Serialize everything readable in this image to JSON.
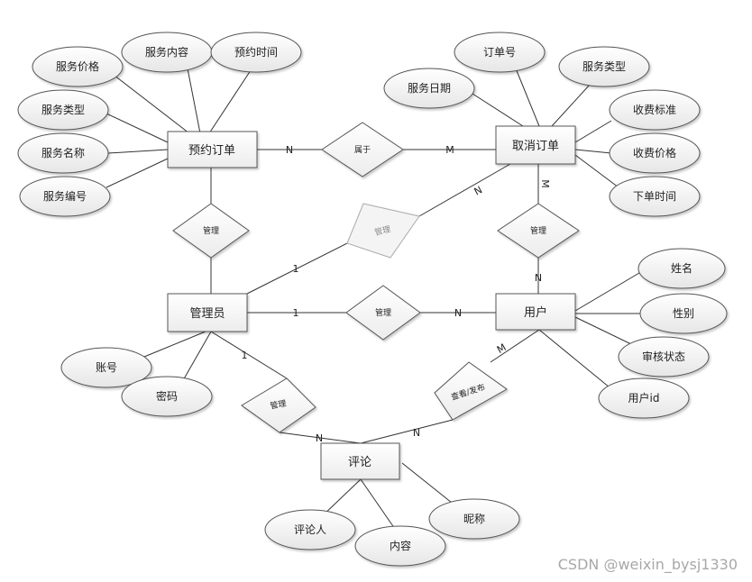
{
  "entities": {
    "reservation_order": "预约订单",
    "cancel_order": "取消订单",
    "admin": "管理员",
    "user": "用户",
    "comment": "评论"
  },
  "attributes": {
    "service_price": "服务价格",
    "service_content": "服务内容",
    "reservation_time": "预约时间",
    "service_type_1": "服务类型",
    "service_name": "服务名称",
    "service_id": "服务编号",
    "order_no": "订单号",
    "service_type_2": "服务类型",
    "service_date": "服务日期",
    "fee_standard": "收费标准",
    "fee_price": "收费价格",
    "order_time": "下单时间",
    "name": "姓名",
    "gender": "性别",
    "review_status": "审核状态",
    "user_id": "用户id",
    "account": "账号",
    "password": "密码",
    "commenter": "评论人",
    "content": "内容",
    "nickname": "昵称"
  },
  "relationships": {
    "belongs_to": "属于",
    "manage_order": "管理",
    "manage_cancel": "管理",
    "manage_user_cancel": "管理",
    "manage_user": "管理",
    "manage_comment": "管理",
    "view_post": "查看/发布"
  },
  "cardinalities": {
    "n_order_belongs": "N",
    "m_cancel_belongs": "M",
    "n_cancel_manage": "N",
    "one_admin_manage": "1",
    "m_cancel_user": "M",
    "n_user_cancel": "N",
    "one_admin_user": "1",
    "n_user_admin": "N",
    "one_admin_comment": "1",
    "n_comment_admin": "N",
    "m_user_comment": "M",
    "n_comment_user": "N"
  },
  "watermark": "CSDN @weixin_bysj1330"
}
